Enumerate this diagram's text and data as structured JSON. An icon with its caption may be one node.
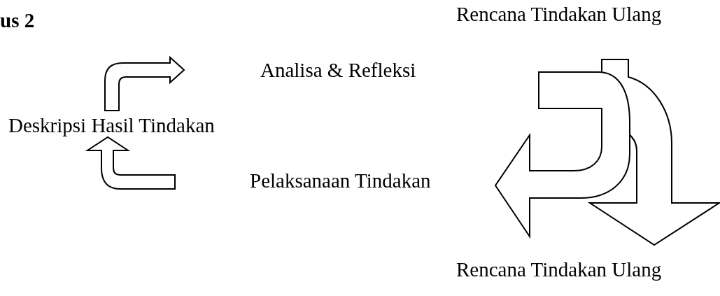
{
  "diagram": {
    "title": "us 2",
    "labels": [
      "Rencana Tindakan Ulang",
      "Analisa & Refleksi",
      "Deskripsi Hasil Tindakan",
      "Pelaksanaan Tindakan",
      "Rencana Tindakan Ulang"
    ]
  }
}
